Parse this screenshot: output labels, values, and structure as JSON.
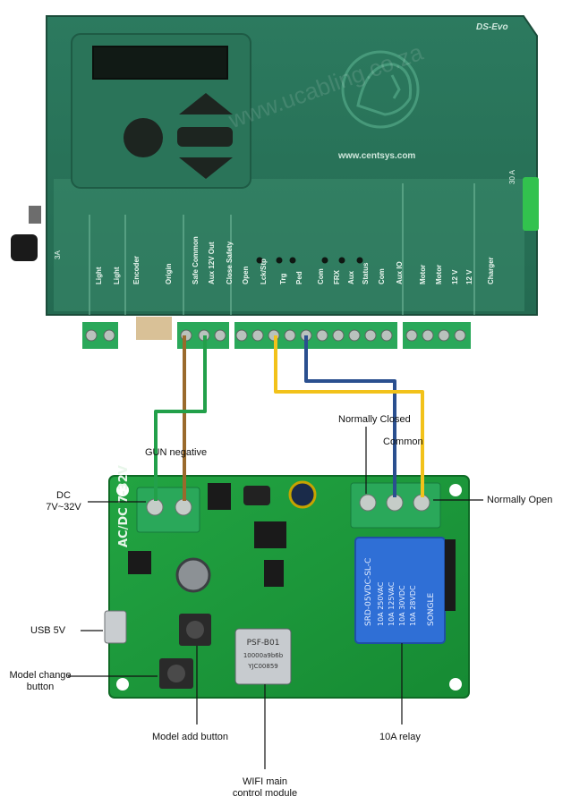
{
  "controller": {
    "model_label": "DS-Evo",
    "website": "www.centsys.com",
    "watermark": "www.ucabling.co.za",
    "terminal_labels": [
      "Light",
      "Light",
      "Encoder",
      "Origin",
      "Safe Common",
      "Aux 12V Out",
      "Close Safety",
      "Open",
      "Lck/Stp",
      "Trg",
      "Ped",
      "Com",
      "FRX",
      "Aux",
      "Status",
      "Com",
      "Aux IO",
      "Motor",
      "Motor",
      "12 V",
      "12 V",
      "Charger"
    ],
    "fuse_label": "30 A",
    "left_fuse_label": "3A"
  },
  "relay_board": {
    "silkscreen_input": "AC/DC 7-32V",
    "wifi_chip_text": [
      "PSF-B01",
      "10000a9b6b",
      "YJC00859"
    ],
    "relay_text": [
      "SRD-05VDC-SL-C",
      "10A 250VAC",
      "10A 125VAC",
      "10A 30VDC",
      "10A 28VDC"
    ],
    "relay_brand": "SONGLE"
  },
  "annotations": {
    "gun_negative": "GUN negative",
    "normally_closed": "Normally Closed",
    "common": "Common",
    "normally_open": "Normally Open",
    "dc_line1": "DC",
    "dc_line2": "7V~32V",
    "usb": "USB 5V",
    "model_change_line1": "Model change",
    "model_change_line2": "button",
    "model_add": "Model add button",
    "wifi_line1": "WIFI main",
    "wifi_line2": "control module",
    "relay_10a": "10A relay"
  },
  "colors": {
    "controller_body": "#2f7f63",
    "controller_dark": "#1e5b45",
    "pcb_green": "#1f9a3a",
    "terminal_green": "#2aa85a",
    "wire_brown": "#9a6a2c",
    "wire_green": "#22a04a",
    "wire_yellow": "#f2c21a",
    "wire_blue": "#2a4f8f",
    "relay_blue": "#2f6fd6"
  }
}
